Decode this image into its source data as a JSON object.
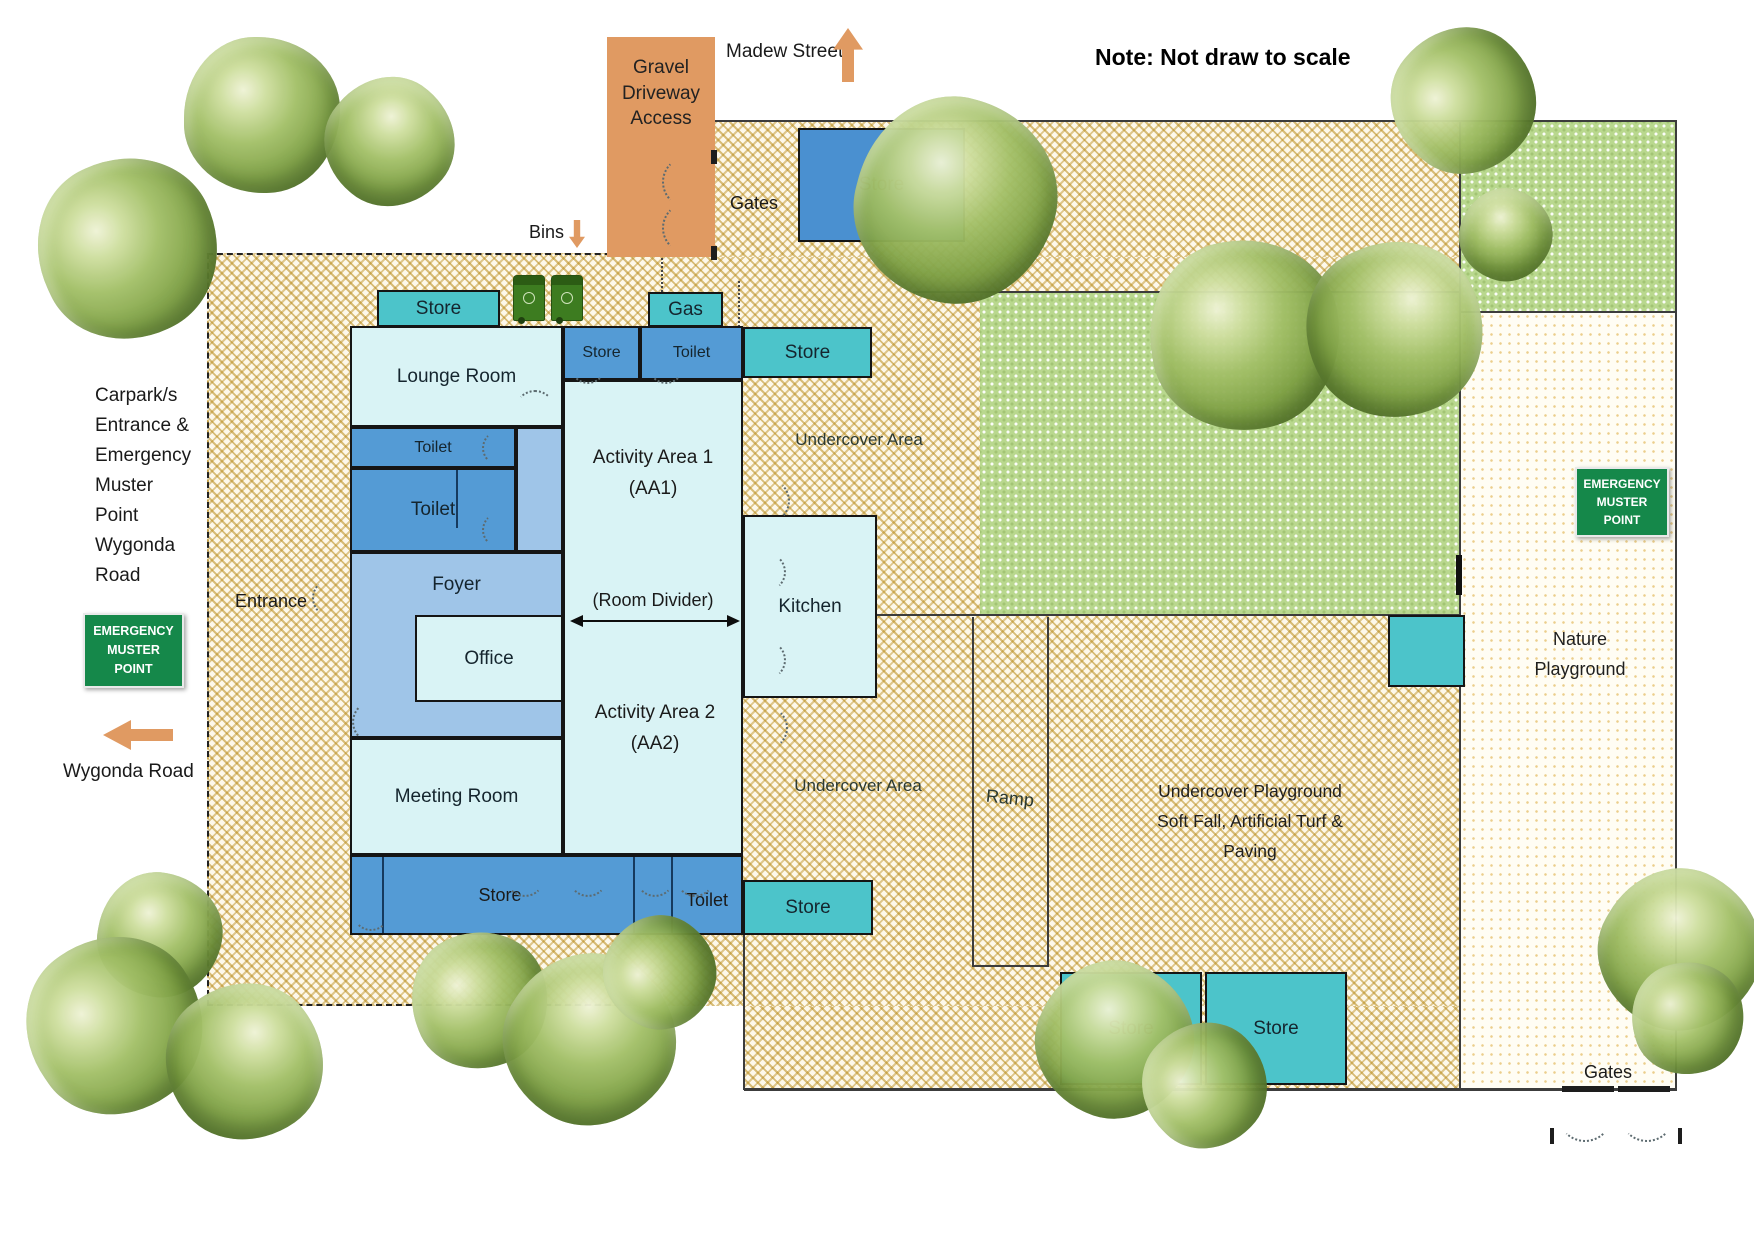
{
  "title_note": "Note: Not draw to scale",
  "streets": {
    "madew": "Madew Street",
    "wygonda": "Wygonda Road"
  },
  "driveway": {
    "l1": "Gravel",
    "l2": "Driveway",
    "l3": "Access"
  },
  "gates": {
    "top": "Gates",
    "bottom": "Gates"
  },
  "bins_label": "Bins",
  "entrance_label": "Entrance",
  "left_note": {
    "lines": [
      "Carpark/s",
      "Entrance &",
      "Emergency",
      "Muster",
      "Point",
      "Wygonda",
      "Road"
    ]
  },
  "muster_sign": {
    "l1": "EMERGENCY",
    "l2": "MUSTER",
    "l3": "POINT"
  },
  "rooms": {
    "lounge": "Lounge Room",
    "toilet": "Toilet",
    "store": "Store",
    "gas": "Gas",
    "aa1_l1": "Activity Area 1",
    "aa1_l2": "(AA1)",
    "divider": "(Room Divider)",
    "aa2_l1": "Activity Area 2",
    "aa2_l2": "(AA2)",
    "foyer": "Foyer",
    "office": "Office",
    "meeting": "Meeting Room",
    "kitchen": "Kitchen"
  },
  "outdoor": {
    "undercover_area": "Undercover Area",
    "ramp": "Ramp",
    "up_l1": "Undercover Playground",
    "up_l2": "Soft Fall, Artificial Turf &",
    "up_l3": "Paving",
    "nature_l1": "Nature",
    "nature_l2": "Playground"
  },
  "colors": {
    "ground_gold": "#b88a18",
    "room_cyan": "#d9f3f5",
    "room_blue": "#549bd5",
    "store_blue": "#4a90d0",
    "teal": "#4cc4ca",
    "foyer_blue": "#9fc5e8",
    "orange": "#e09a62",
    "sign_green": "#15884a",
    "grass_green": "#b9d88e"
  }
}
